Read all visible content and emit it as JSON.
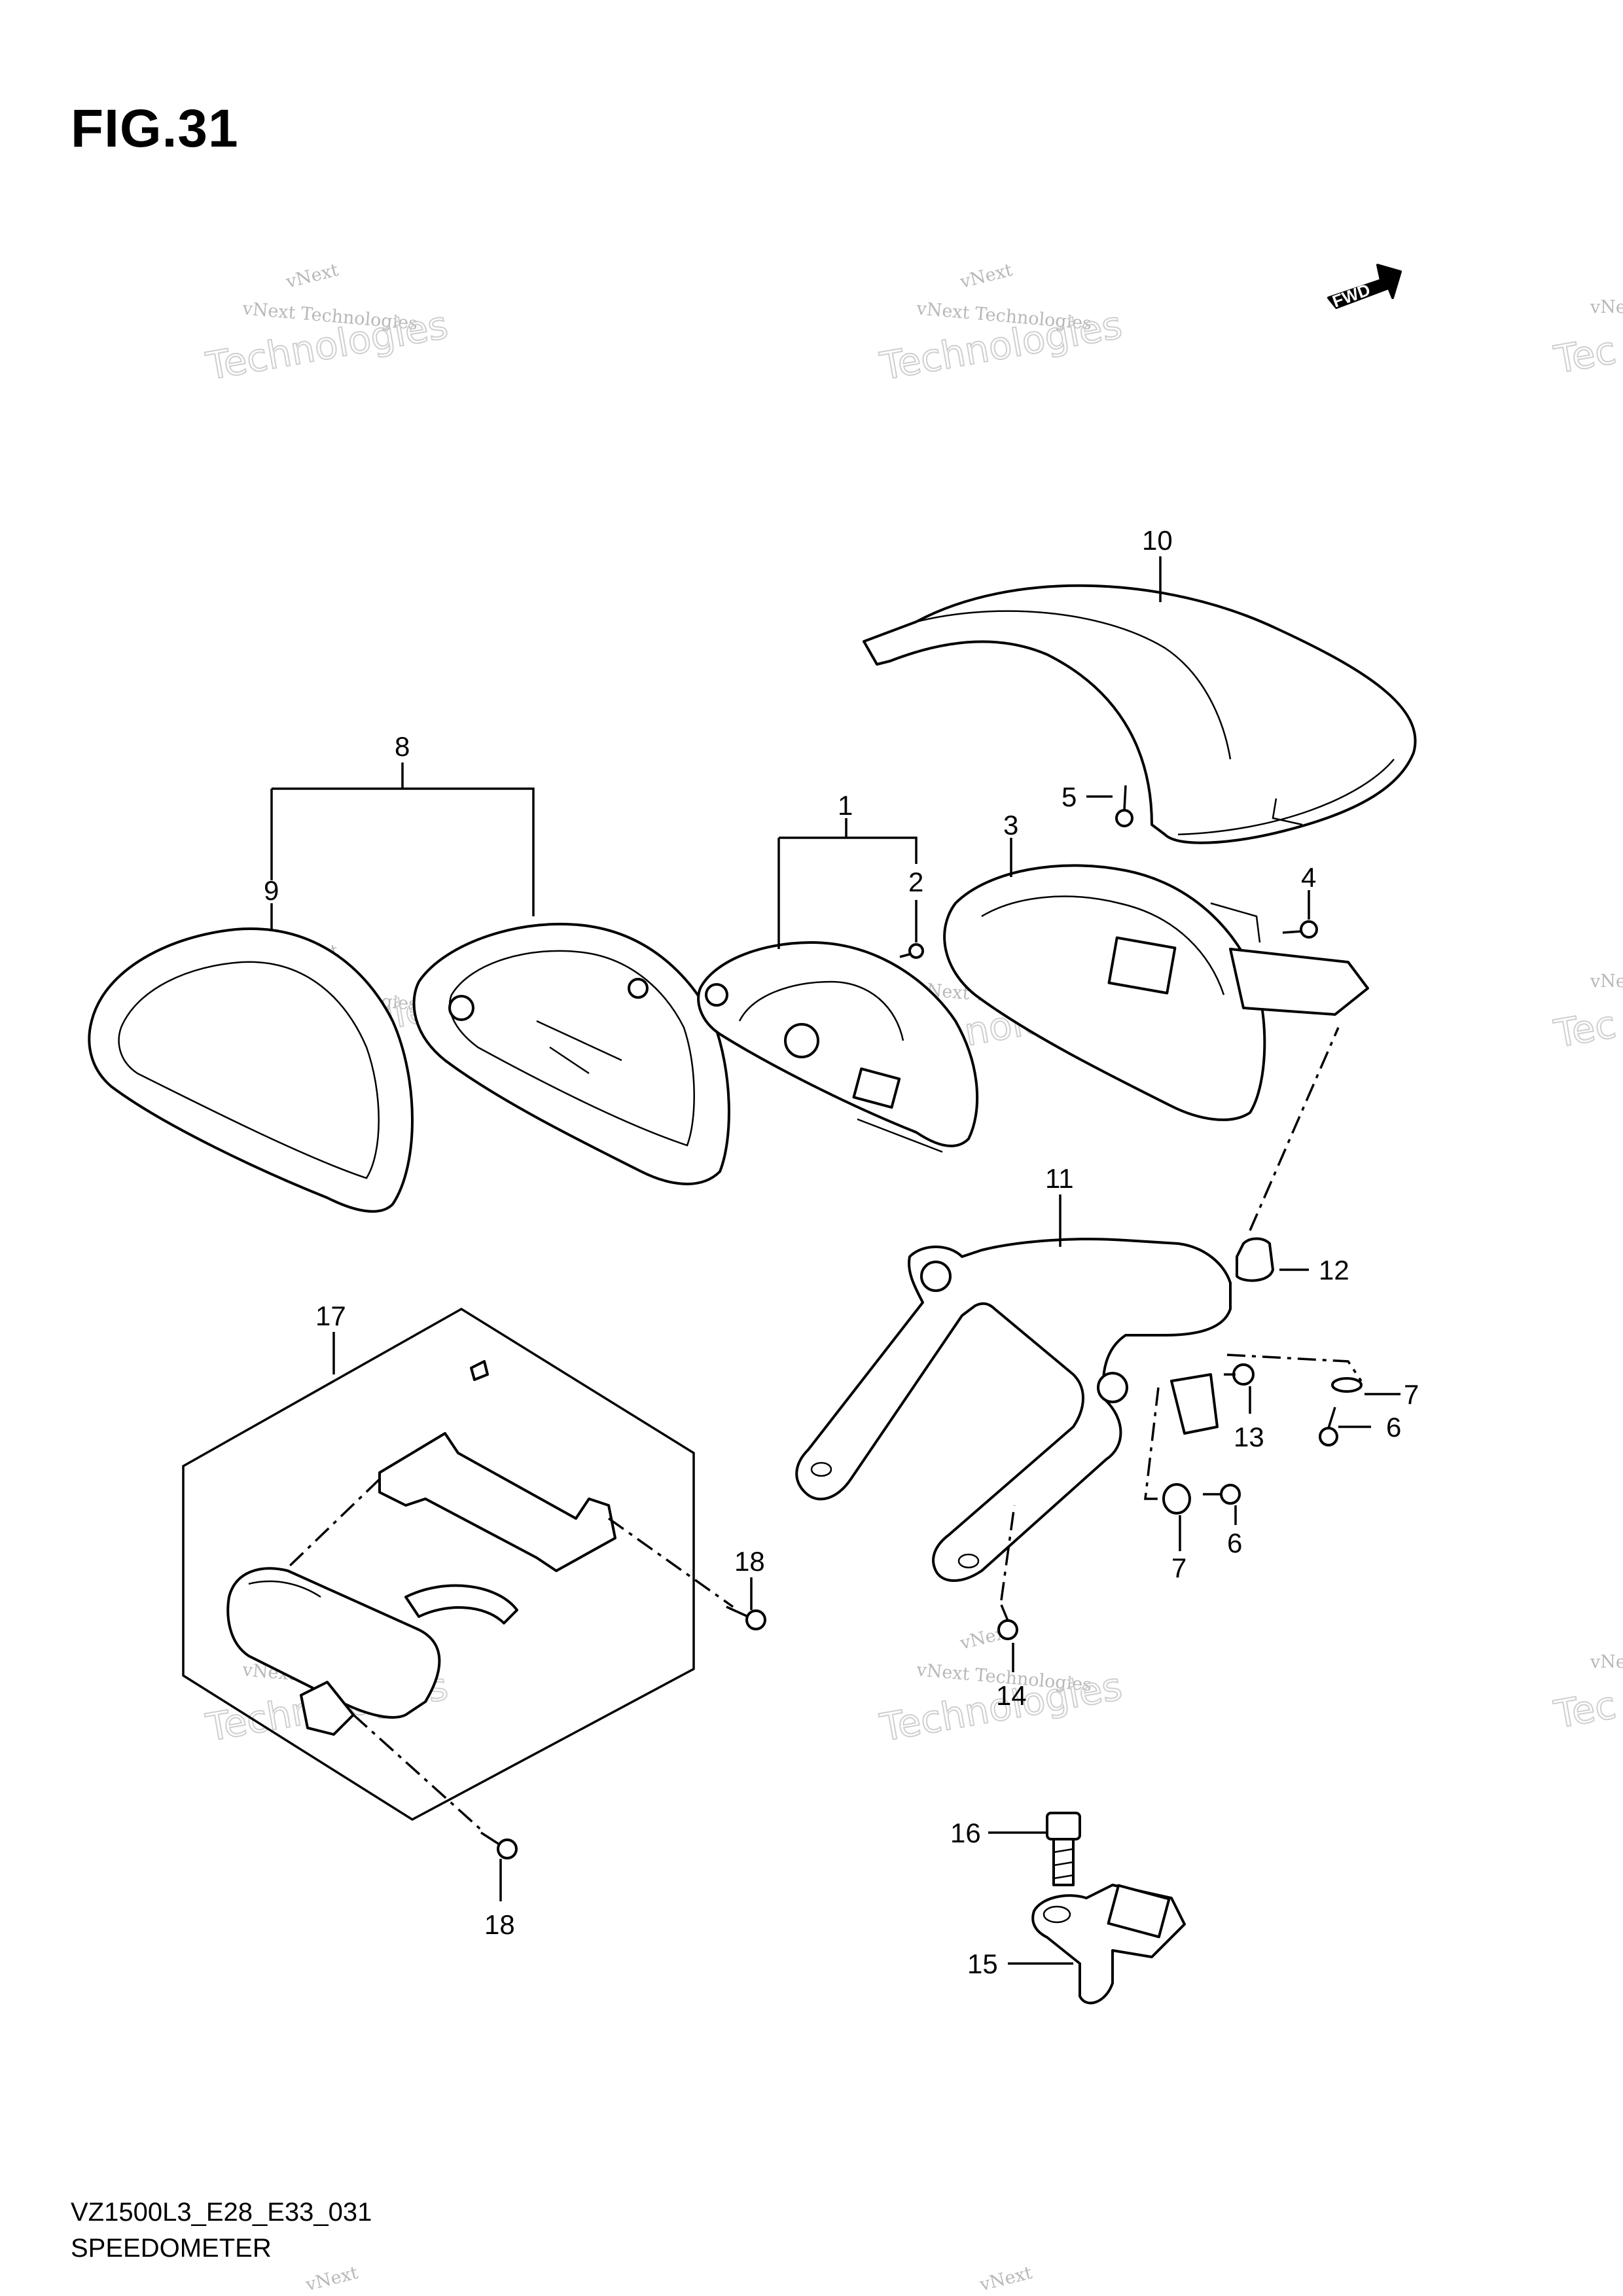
{
  "figure": {
    "title": "FIG.31",
    "model_code": "VZ1500L3_E28_E33_031",
    "section_name": "SPEEDOMETER"
  },
  "direction_badge": "FWD",
  "watermark": {
    "line1": "vNext",
    "line2": "vNext Technologies",
    "line3": "Technologies",
    "partial": "vNe",
    "partial_big": "Tec"
  },
  "callouts": [
    "1",
    "2",
    "3",
    "4",
    "5",
    "6",
    "6",
    "7",
    "7",
    "8",
    "9",
    "10",
    "11",
    "12",
    "13",
    "14",
    "15",
    "16",
    "17",
    "18",
    "18"
  ]
}
